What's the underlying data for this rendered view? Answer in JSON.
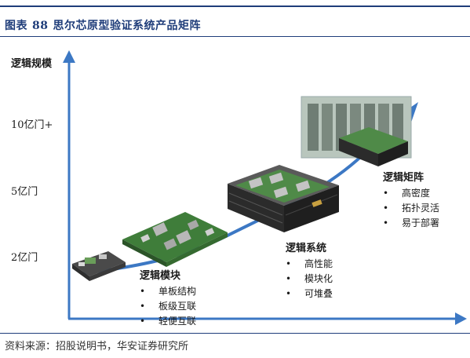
{
  "figure": {
    "label": "图表",
    "number": "88",
    "title": "思尔芯原型验证系统产品矩阵"
  },
  "source": "资料来源：招股说明书，华安证券研究所",
  "y_axis": {
    "title": "逻辑规模",
    "ticks": [
      "10亿门+",
      "5亿门",
      "2亿门"
    ]
  },
  "tiers": [
    {
      "name": "逻辑模块",
      "features": [
        "单板结构",
        "板级互联",
        "轻便互联"
      ]
    },
    {
      "name": "逻辑系统",
      "features": [
        "高性能",
        "模块化",
        "可堆叠"
      ]
    },
    {
      "name": "逻辑矩阵",
      "features": [
        "高密度",
        "拓扑灵活",
        "易于部署"
      ]
    }
  ],
  "colors": {
    "axis": "#3c78c4",
    "title": "#1f3d7a",
    "board_green": "#3f7d3a",
    "rack_dark": "#2b2b2b"
  }
}
